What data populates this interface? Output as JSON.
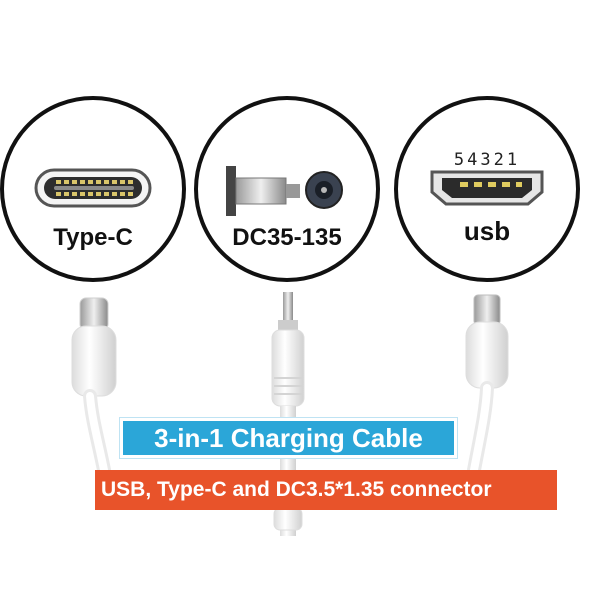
{
  "connectors": [
    {
      "label": "Type-C",
      "icon": "type-c-port-icon"
    },
    {
      "label": "DC35-135",
      "icon": "dc-barrel-plug-icon"
    },
    {
      "label": "usb",
      "icon": "micro-usb-port-icon",
      "pin_numbers": "54321"
    }
  ],
  "banner_title": "3-in-1 Charging Cable",
  "banner_subtitle": "USB, Type-C and DC3.5*1.35 connector",
  "colors": {
    "title_banner": "#2ba6d8",
    "subtitle_banner": "#e8532a",
    "cable": "#f4f4f4",
    "outline": "#111111"
  }
}
